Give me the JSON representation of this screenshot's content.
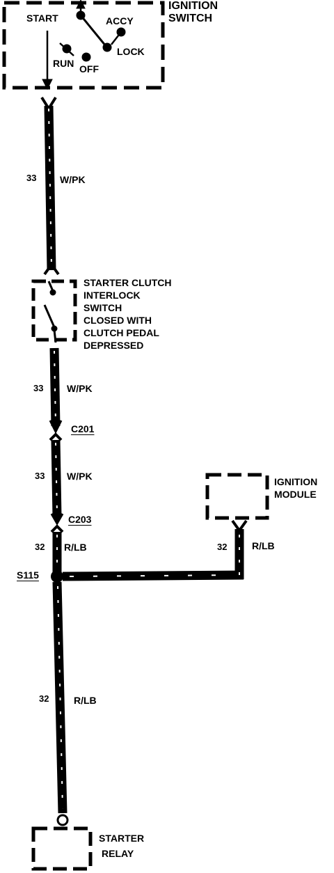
{
  "ignition_switch": {
    "title_line1": "IGNITION",
    "title_line2": "SWITCH",
    "positions": {
      "start": "START",
      "accy": "ACCY",
      "lock": "LOCK",
      "run": "RUN",
      "off": "OFF"
    }
  },
  "interlock_switch": {
    "lines": [
      "STARTER CLUTCH",
      "INTERLOCK",
      "SWITCH",
      "CLOSED WITH",
      "CLUTCH PEDAL",
      "DEPRESSED"
    ]
  },
  "ignition_module": {
    "line1": "IGNITION",
    "line2": "MODULE"
  },
  "starter_relay": {
    "line1": "STARTER",
    "line2": "RELAY"
  },
  "connectors": {
    "c201": "C201",
    "c203": "C203"
  },
  "splice": {
    "s115": "S115"
  },
  "wires": [
    {
      "id": "w1",
      "circuit": "33",
      "color": "W/PK"
    },
    {
      "id": "w2",
      "circuit": "33",
      "color": "W/PK"
    },
    {
      "id": "w3",
      "circuit": "33",
      "color": "W/PK"
    },
    {
      "id": "w4",
      "circuit": "32",
      "color": "R/LB"
    },
    {
      "id": "w5",
      "circuit": "32",
      "color": "R/LB"
    },
    {
      "id": "w6",
      "circuit": "32",
      "color": "R/LB"
    }
  ]
}
